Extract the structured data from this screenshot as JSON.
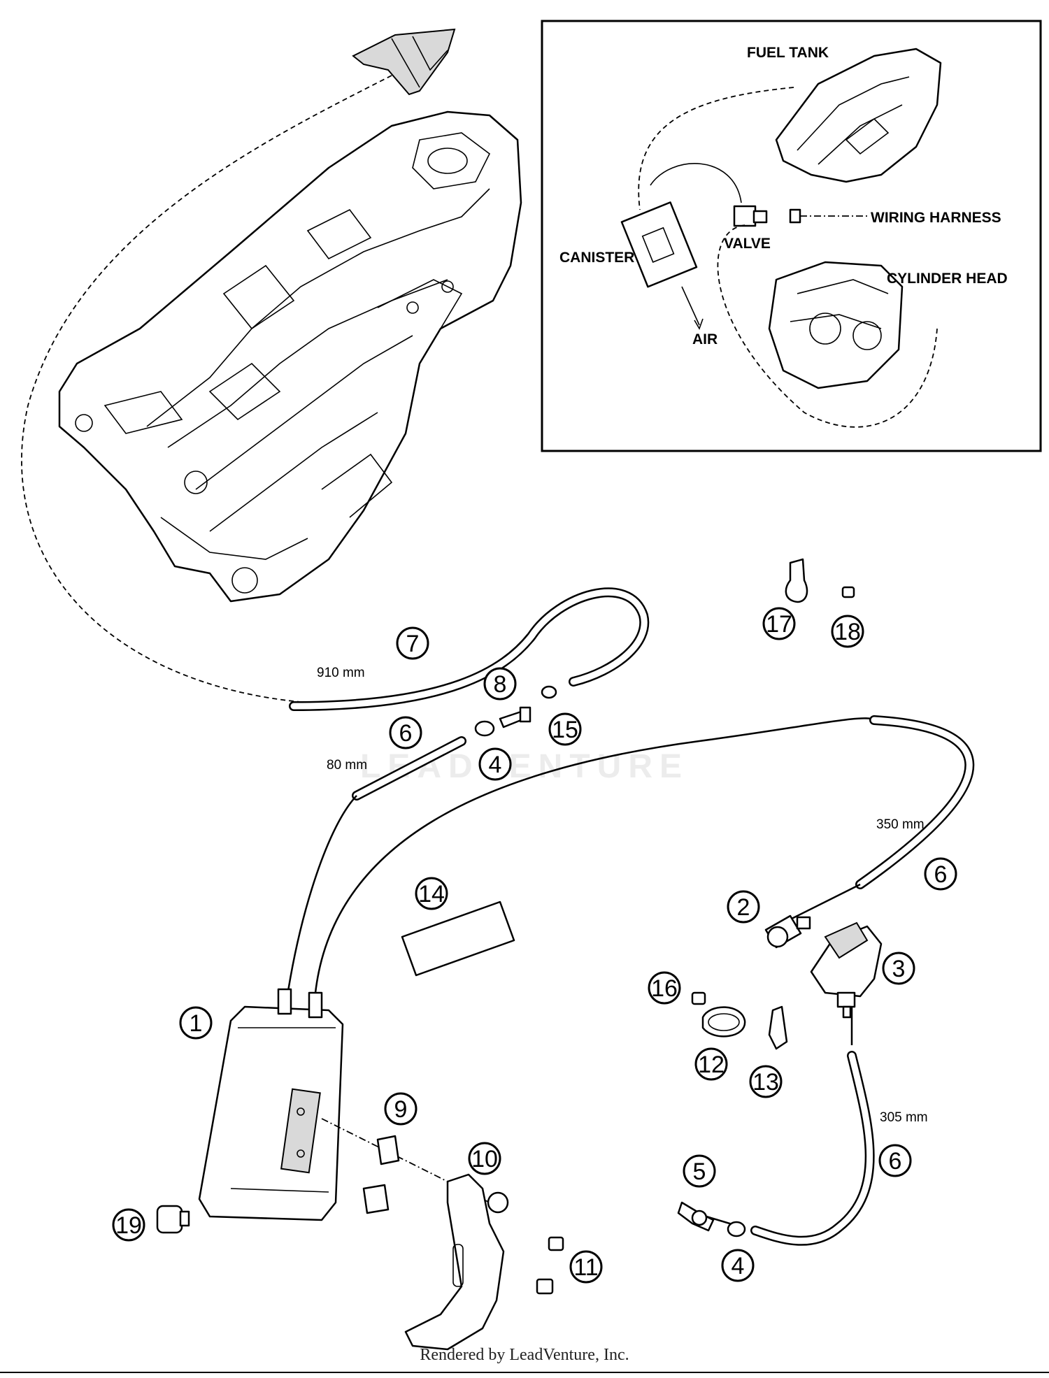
{
  "inset": {
    "fuel_tank_label": "FUEL TANK",
    "wiring_harness_label": "WIRING HARNESS",
    "canister_label": "CANISTER",
    "valve_label": "VALVE",
    "cylinder_head_label": "CYLINDER HEAD",
    "air_label": "AIR"
  },
  "callouts": {
    "c1": "1",
    "c2": "2",
    "c3": "3",
    "c4a": "4",
    "c4b": "4",
    "c5": "5",
    "c6a": "6",
    "c6b": "6",
    "c6c": "6",
    "c7": "7",
    "c8": "8",
    "c9": "9",
    "c10": "10",
    "c11": "11",
    "c12": "12",
    "c13": "13",
    "c14": "14",
    "c15": "15",
    "c16": "16",
    "c17": "17",
    "c18": "18",
    "c19": "19"
  },
  "dimensions": {
    "d910": "910 mm",
    "d80": "80 mm",
    "d350": "350 mm",
    "d305": "305 mm"
  },
  "watermark": "LEADVENTURE",
  "footer": "Rendered by LeadVenture, Inc."
}
